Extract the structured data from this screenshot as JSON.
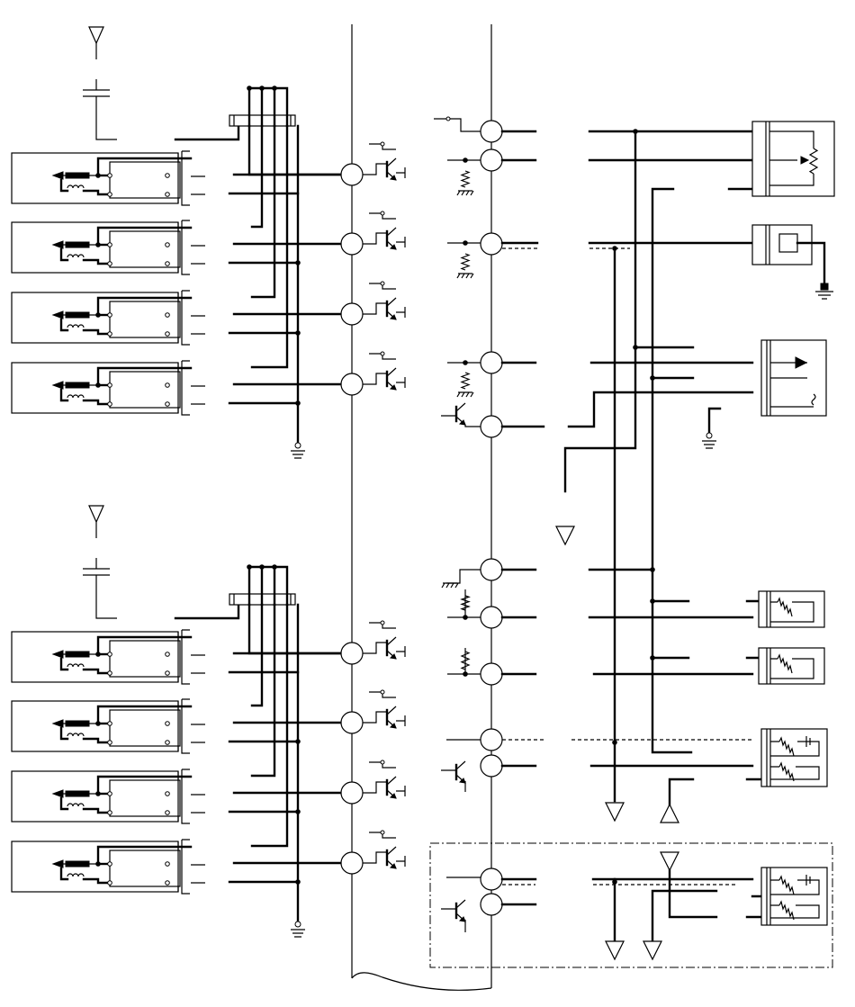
{
  "diagram": {
    "type": "electrical wiring schematic",
    "ink_color": "#000000",
    "background_color": "#ffffff",
    "panels": [
      "upper-panel",
      "lower-panel"
    ],
    "relay_units_per_panel": 4,
    "right_side_components": [
      "variable-resistor",
      "fuse-box",
      "potentiometer-switch",
      "thermistor",
      "heater-element"
    ]
  }
}
